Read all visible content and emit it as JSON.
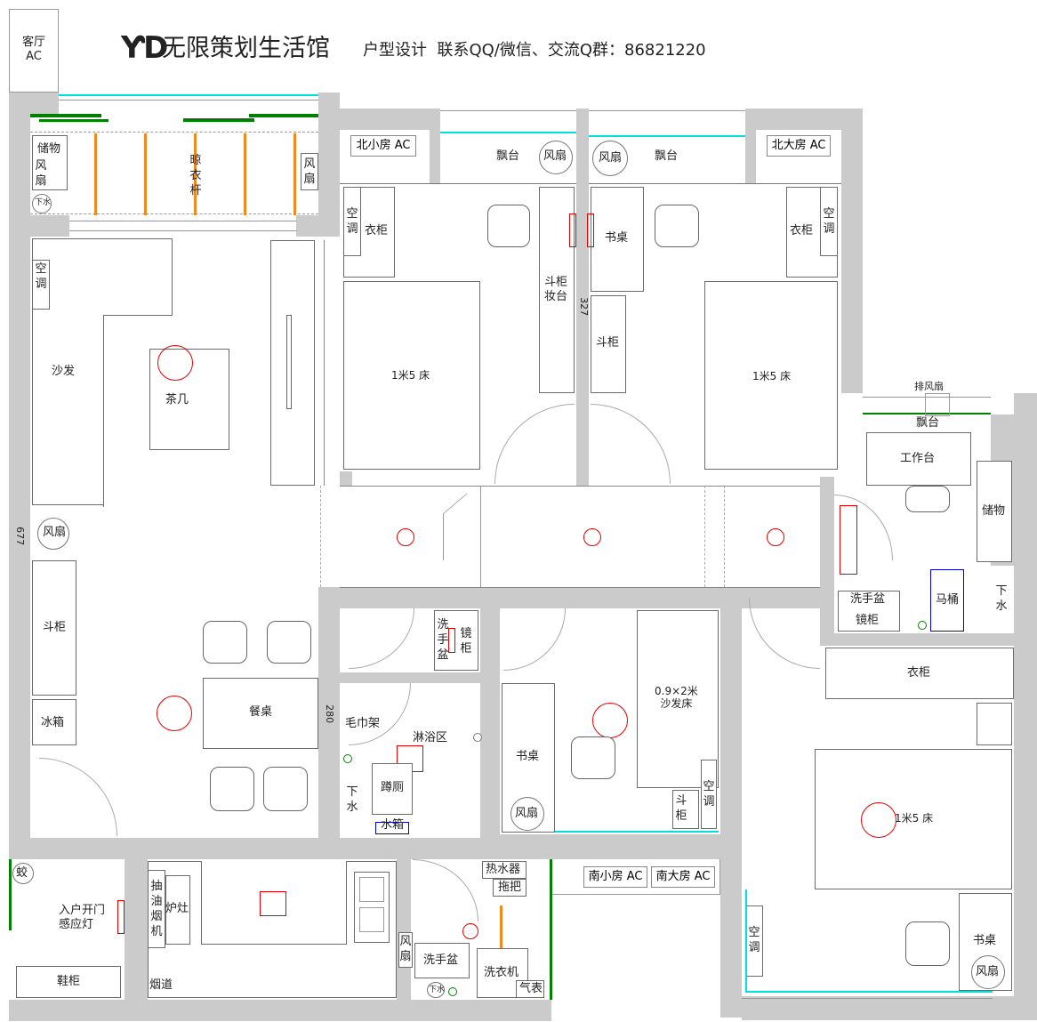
{
  "header": {
    "logo_mark": "ƳD",
    "brand": "无限策划生活馆",
    "tagline": "户型设计  联系QQ/微信、交流Q群：86821220",
    "ac_living": "客厅\nAC"
  },
  "labels": {
    "storage_top": "储物",
    "fan": "风扇",
    "drain": "下水",
    "clothes_rack": "晾衣杆",
    "ac": "空调",
    "sofa": "沙发",
    "tea_table": "茶几",
    "cabinet": "斗柜",
    "fridge": "冰箱",
    "dining_table": "餐桌",
    "dim_677": "677",
    "dim_327": "327",
    "dim_280": "280",
    "north_small_ac": "北小房 AC",
    "north_big_ac": "北大房 AC",
    "bay_window": "飘台",
    "wardrobe": "衣柜",
    "bed_15": "1米5 床",
    "dresser": "斗柜\n妆台",
    "desk": "书桌",
    "exhaust_fan": "排风扇",
    "workbench": "工作台",
    "wash_basin": "洗手盆",
    "mirror_cabinet": "镜柜",
    "toilet": "马桶",
    "towel_rack": "毛巾架",
    "shower": "淋浴区",
    "squat_toilet": "蹲厕",
    "water_tank": "水箱",
    "wash_basin_v": "洗手盆",
    "mirror_v": "镜柜",
    "sofa_bed": "0.9×2米\n沙发床",
    "entry_light": "入户开门\n感应灯",
    "shoe_cabinet": "鞋柜",
    "small_cab": "蛟",
    "range_hood": "抽油烟机",
    "stove": "炉灶",
    "flue": "烟道",
    "water_heater": "热水器",
    "mop": "拖把",
    "washing_machine": "洗衣机",
    "gas_meter": "气表",
    "south_small_ac": "南小房 AC",
    "south_big_ac": "南大房 AC"
  },
  "colors": {
    "wall": "#cbcbcb",
    "fixture_red": "#e00000",
    "window": "#00e0e0",
    "rail": "#008000",
    "rack": "#f08a1c"
  }
}
